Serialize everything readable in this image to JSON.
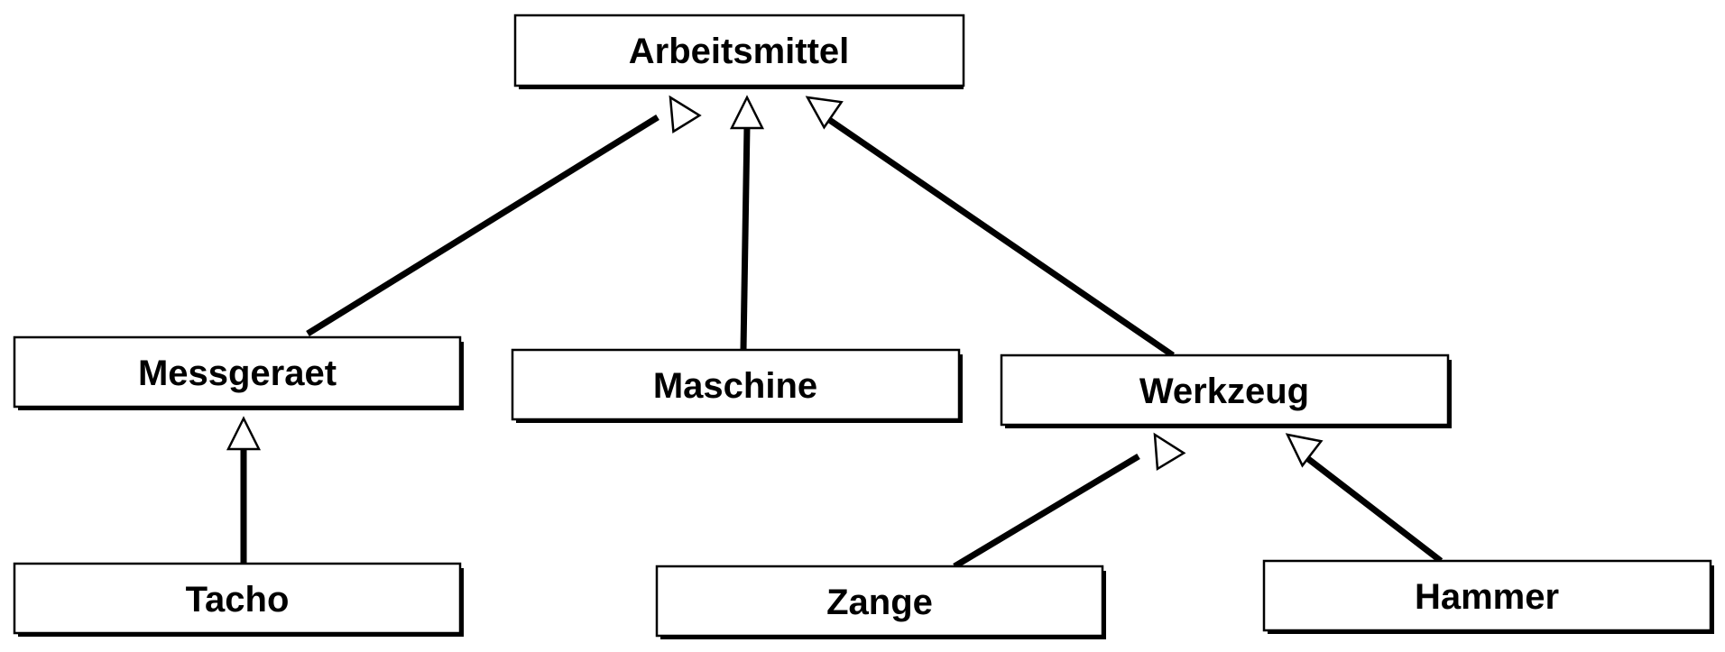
{
  "diagram": {
    "type": "uml-class-inheritance",
    "colors": {
      "line": "#000000",
      "box_fill": "#ffffff",
      "text": "#000000"
    },
    "classes": {
      "arbeitsmittel": "Arbeitsmittel",
      "messgeraet": "Messgeraet",
      "maschine": "Maschine",
      "werkzeug": "Werkzeug",
      "tacho": "Tacho",
      "zange": "Zange",
      "hammer": "Hammer"
    },
    "generalizations": [
      {
        "child": "Messgeraet",
        "parent": "Arbeitsmittel"
      },
      {
        "child": "Maschine",
        "parent": "Arbeitsmittel"
      },
      {
        "child": "Werkzeug",
        "parent": "Arbeitsmittel"
      },
      {
        "child": "Tacho",
        "parent": "Messgeraet"
      },
      {
        "child": "Zange",
        "parent": "Werkzeug"
      },
      {
        "child": "Hammer",
        "parent": "Werkzeug"
      }
    ]
  }
}
